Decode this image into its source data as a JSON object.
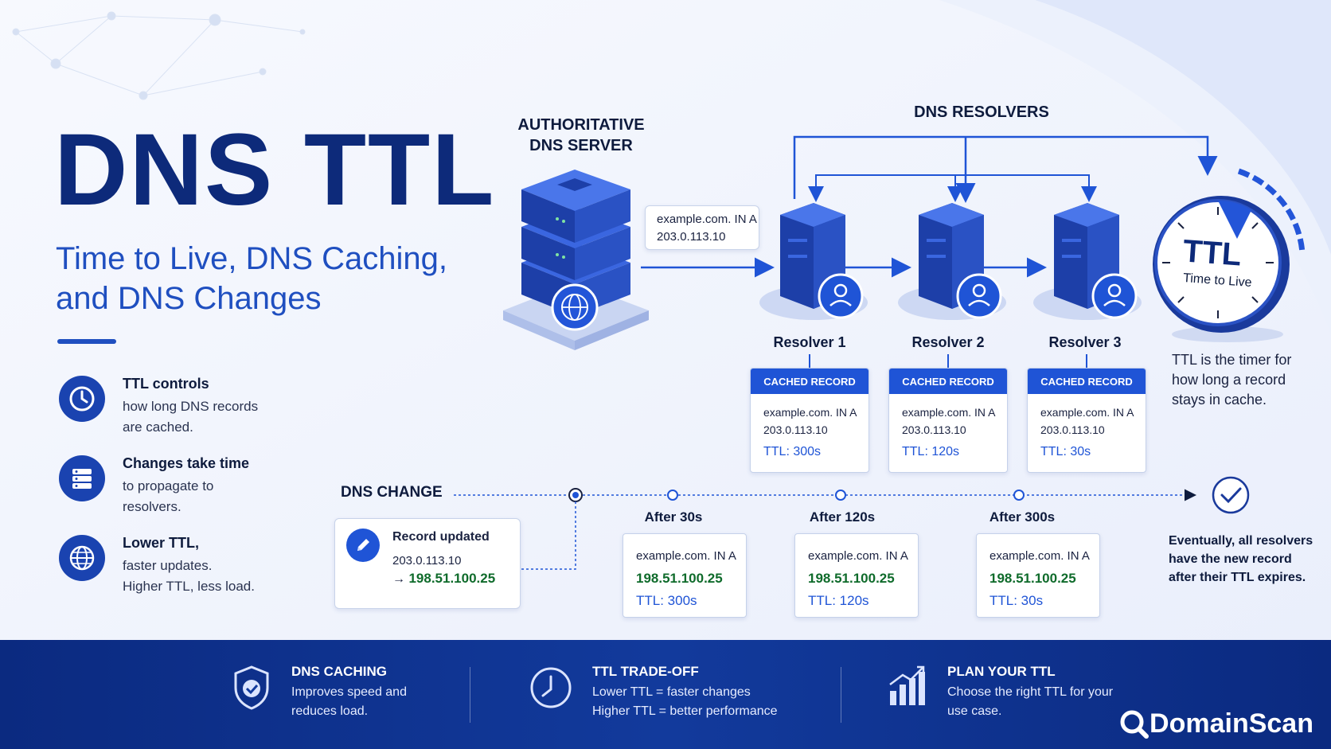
{
  "title": "DNS TTL",
  "subtitle_line1": "Time to Live, DNS Caching,",
  "subtitle_line2": "and DNS Changes",
  "features": [
    {
      "icon": "clock-icon",
      "title": "TTL controls",
      "text1": "how long DNS records",
      "text2": "are cached.",
      "text3": ""
    },
    {
      "icon": "server-icon",
      "title": "Changes take time",
      "text1": "to propagate to",
      "text2": "resolvers.",
      "text3": ""
    },
    {
      "icon": "globe-icon",
      "title": "Lower TTL,",
      "text1": "faster updates.",
      "text2": "Higher TTL, less load.",
      "text3": ""
    }
  ],
  "authoritative": {
    "line1": "AUTHORITATIVE",
    "line2": "DNS SERVER",
    "record_line1": "example.com. IN A",
    "record_line2": "203.0.113.10"
  },
  "resolvers_title": "DNS RESOLVERS",
  "resolvers": [
    {
      "name": "Resolver 1",
      "card_header": "CACHED RECORD",
      "line1": "example.com. IN A",
      "line2": "203.0.113.10",
      "ttl": "TTL: 300s"
    },
    {
      "name": "Resolver 2",
      "card_header": "CACHED RECORD",
      "line1": "example.com. IN A",
      "line2": "203.0.113.10",
      "ttl": "TTL: 120s"
    },
    {
      "name": "Resolver 3",
      "card_header": "CACHED RECORD",
      "line1": "example.com. IN A",
      "line2": "203.0.113.10",
      "ttl": "TTL: 30s"
    }
  ],
  "timer": {
    "label": "TTL",
    "sublabel": "Time to Live",
    "caption1": "TTL is the timer for",
    "caption2": "how long a record",
    "caption3": "stays in cache."
  },
  "dns_change": {
    "title": "DNS CHANGE",
    "record_title": "Record updated",
    "old_ip": "203.0.113.10",
    "arrow": "→",
    "new_ip": "198.51.100.25"
  },
  "after": [
    {
      "label": "After 30s",
      "line1": "example.com. IN A",
      "ip": "198.51.100.25",
      "ttl": "TTL: 300s"
    },
    {
      "label": "After 120s",
      "line1": "example.com. IN A",
      "ip": "198.51.100.25",
      "ttl": "TTL: 120s"
    },
    {
      "label": "After 300s",
      "line1": "example.com. IN A",
      "ip": "198.51.100.25",
      "ttl": "TTL: 30s"
    }
  ],
  "eventually": {
    "line1": "Eventually, all resolvers",
    "line2": "have the new record",
    "line3": "after their TTL expires."
  },
  "footer": [
    {
      "icon": "shield-check-icon",
      "title": "DNS CACHING",
      "line1": "Improves speed and",
      "line2": "reduces load."
    },
    {
      "icon": "clock-icon",
      "title": "TTL TRADE-OFF",
      "line1": "Lower TTL = faster changes",
      "line2": "Higher TTL = better performance"
    },
    {
      "icon": "bar-chart-icon",
      "title": "PLAN YOUR TTL",
      "line1": "Choose the right TTL for your",
      "line2": "use case."
    }
  ],
  "brand": "DomainScan",
  "colors": {
    "primary": "#1f54d6",
    "navy": "#0d2a7a",
    "green": "#0f6b2b",
    "footer": "#0b2a80"
  }
}
